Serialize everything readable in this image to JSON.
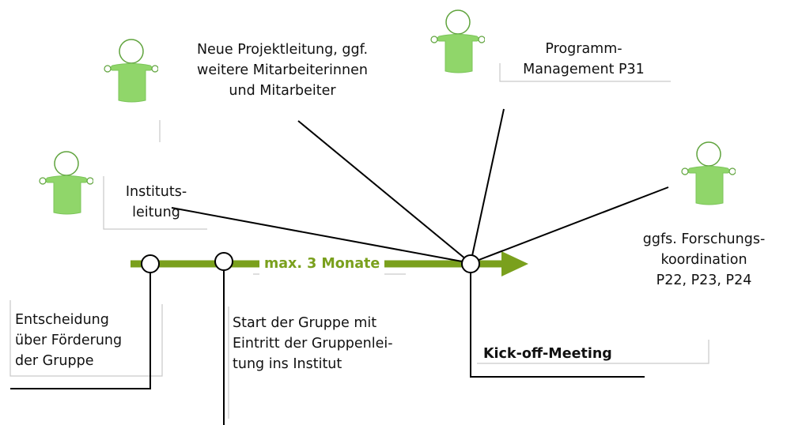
{
  "stakeholders": {
    "projektleitung": [
      "Neue Projektleitung, ggf.",
      "weitere Mitarbeiterinnen",
      "und Mitarbeiter"
    ],
    "programm": [
      "Programm-",
      "Management P31"
    ],
    "institut": [
      "Instituts-",
      "leitung"
    ],
    "forschung": [
      "ggfs. Forschungs-",
      "koordination",
      "P22, P23, P24"
    ]
  },
  "timeline": {
    "span_label": "max. 3 Monate",
    "milestones": {
      "entscheidung": [
        "Entscheidung",
        "über Förderung",
        "der Gruppe"
      ],
      "start": [
        "Start der Gruppe mit",
        "Eintritt der Gruppenlei-",
        "tung ins Institut"
      ],
      "kickoff": "Kick-off-Meeting"
    }
  },
  "colors": {
    "arrow": "#7aa01d",
    "person_fill": "#90d66a",
    "person_outline": "#5fa33c"
  },
  "icons": [
    "person-icon"
  ]
}
